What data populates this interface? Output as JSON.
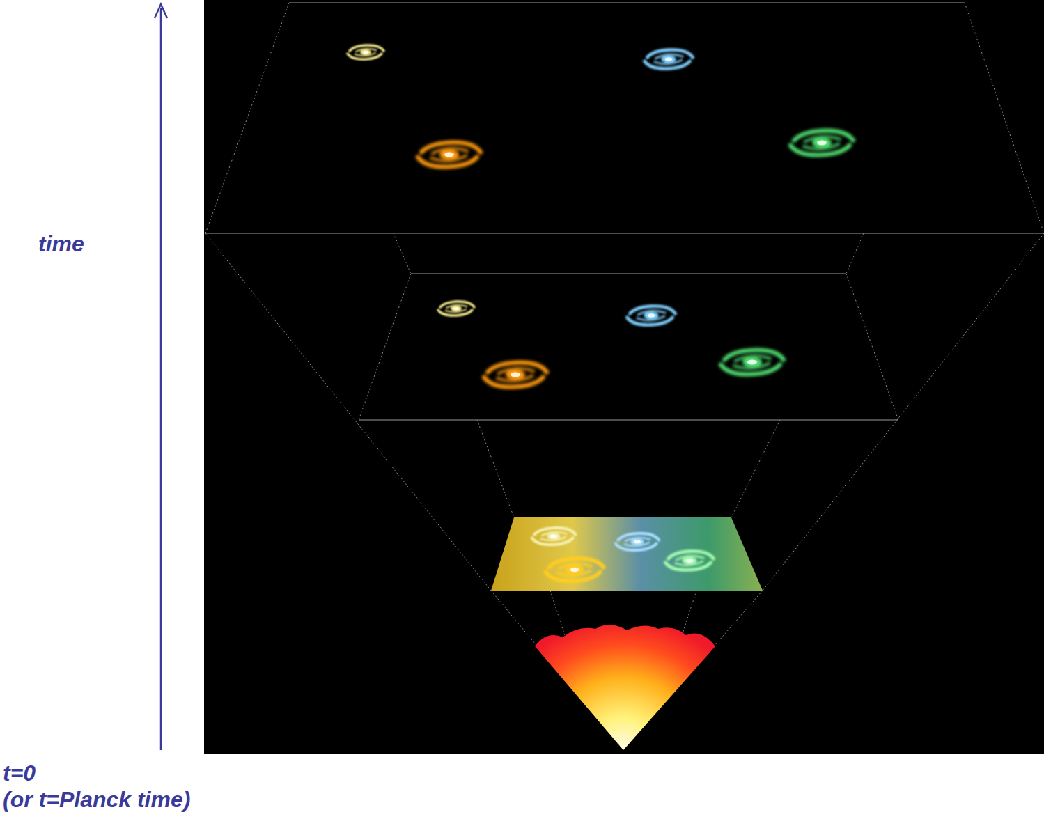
{
  "diagram": {
    "labels": [
      "time",
      "t=0",
      "(or t=Planck time)"
    ]
  }
}
